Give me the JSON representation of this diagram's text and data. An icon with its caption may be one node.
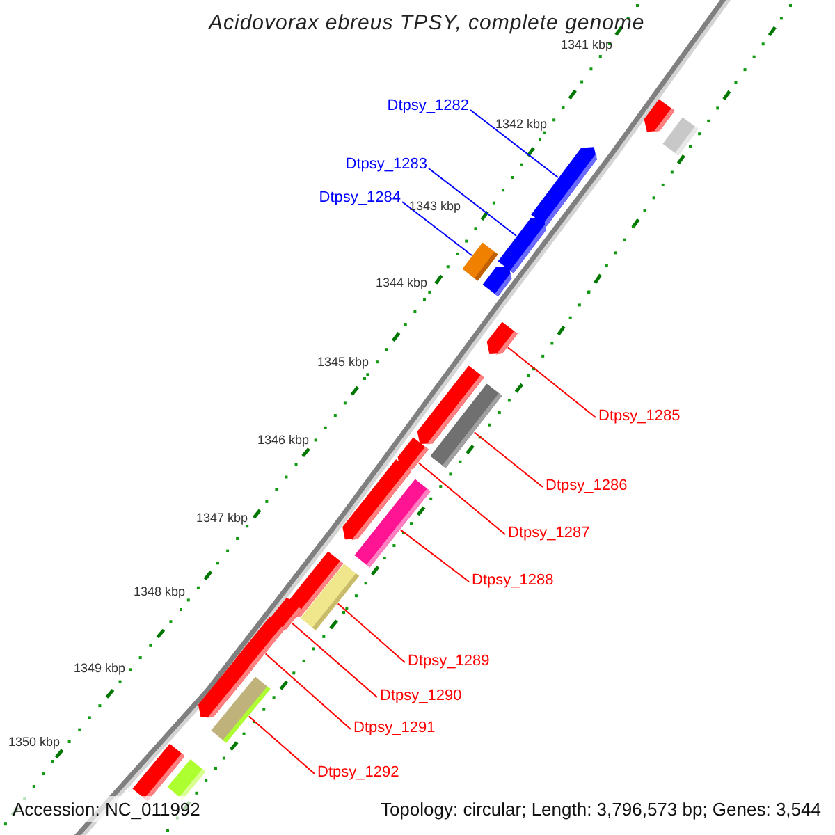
{
  "diagram": {
    "title": "Acidovorax ebreus TPSY, complete genome",
    "nodes": [
      {
        "text": [
          "Dtpsy_1282"
        ]
      },
      {
        "text": [
          "Dtpsy_1283"
        ]
      },
      {
        "text": [
          "Dtpsy_1284"
        ]
      },
      {
        "text": [
          "Dtpsy_1285"
        ]
      },
      {
        "text": [
          "Dtpsy_1286"
        ]
      },
      {
        "text": [
          "Dtpsy_1287"
        ]
      },
      {
        "text": [
          "Dtpsy_1288"
        ]
      },
      {
        "text": [
          "Dtpsy_1289"
        ]
      },
      {
        "text": [
          "Dtpsy_1290"
        ]
      },
      {
        "text": [
          "Dtpsy_1291"
        ]
      },
      {
        "text": [
          "Dtpsy_1292"
        ]
      },
      {
        "text": [],
        "shape": "arrow"
      },
      {
        "text": [],
        "shape": "bar"
      },
      {
        "text": [],
        "shape": "arrow"
      },
      {
        "text": [],
        "shape": "arrow"
      },
      {
        "text": [],
        "shape": "bar"
      },
      {
        "text": [],
        "shape": "arrow"
      },
      {
        "text": [],
        "shape": "arrow"
      },
      {
        "text": [],
        "shape": "arrow"
      },
      {
        "text": [],
        "shape": "bar"
      },
      {
        "text": [],
        "shape": "arrow"
      },
      {
        "text": [],
        "shape": "arrow"
      },
      {
        "text": [],
        "shape": "bar"
      },
      {
        "text": [],
        "shape": "arrow"
      },
      {
        "text": [],
        "shape": "bar"
      },
      {
        "text": [],
        "shape": "arrow"
      },
      {
        "text": [],
        "shape": "arrow"
      },
      {
        "text": [],
        "shape": "arrow"
      },
      {
        "text": [],
        "shape": "bar"
      },
      {
        "text": [],
        "shape": "bar"
      },
      {
        "text": [],
        "shape": "bar"
      }
    ],
    "edges": [
      {
        "from": 0,
        "to": 13,
        "arrow": "none",
        "color": "#0000ff"
      },
      {
        "from": 1,
        "to": 14,
        "arrow": "none",
        "color": "#0000ff"
      },
      {
        "from": 2,
        "to": 15,
        "arrow": "none",
        "color": "#0000ff"
      },
      {
        "from": 3,
        "to": 17,
        "arrow": "none"
      },
      {
        "from": 4,
        "to": 19,
        "arrow": "none"
      },
      {
        "from": 5,
        "to": 20,
        "arrow": "none"
      },
      {
        "from": 6,
        "to": 22,
        "arrow": "none"
      },
      {
        "from": 7,
        "to": 24,
        "arrow": "none"
      },
      {
        "from": 8,
        "to": 25,
        "arrow": "none"
      },
      {
        "from": 9,
        "to": 26,
        "arrow": "none"
      },
      {
        "from": 10,
        "to": 28,
        "arrow": "none"
      }
    ],
    "labels": [
      "1341 kbp",
      "1342 kbp",
      "1343 kbp",
      "1344 kbp",
      "1345 kbp",
      "1346 kbp",
      "1347 kbp",
      "1348 kbp",
      "1349 kbp",
      "1350 kbp",
      "Accession: NC_011992",
      "Topology: circular; Length: 3,796,573 bp; Genes: 3,544"
    ]
  }
}
